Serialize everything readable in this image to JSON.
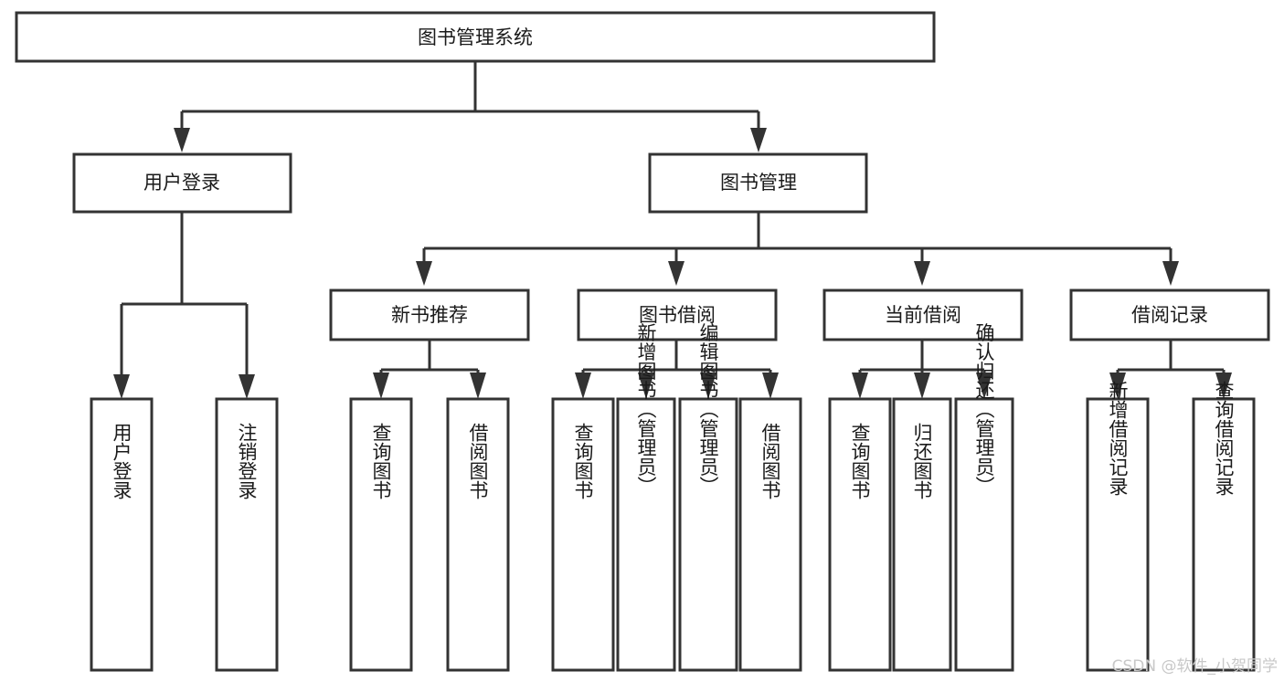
{
  "diagram": {
    "type": "tree",
    "title": "图书管理系统",
    "orientation": "top-down",
    "colors": {
      "background": "#ffffff",
      "box_fill": "#ffffff",
      "box_stroke": "#333333",
      "connector": "#333333",
      "text": "#1a1a1a",
      "watermark": "#c8c8c8"
    },
    "root": {
      "label": "图书管理系统"
    },
    "level2": [
      {
        "label": "用户登录"
      },
      {
        "label": "图书管理"
      }
    ],
    "level3": [
      {
        "label": "新书推荐"
      },
      {
        "label": "图书借阅"
      },
      {
        "label": "当前借阅"
      },
      {
        "label": "借阅记录"
      }
    ],
    "leaves": {
      "user_login": [
        {
          "label": "用户登录"
        },
        {
          "label": "注销登录"
        }
      ],
      "new_book_recommend": [
        {
          "label": "查询图书"
        },
        {
          "label": "借阅图书"
        }
      ],
      "book_borrow": [
        {
          "label": "查询图书"
        },
        {
          "label": "新增图书（管理员）"
        },
        {
          "label": "编辑图书（管理员）"
        },
        {
          "label": "借阅图书"
        }
      ],
      "current_borrow": [
        {
          "label": "查询图书"
        },
        {
          "label": "归还图书"
        },
        {
          "label": "确认归还（管理员）"
        }
      ],
      "borrow_record": [
        {
          "label": "新增借阅记录"
        },
        {
          "label": "查询借阅记录"
        }
      ]
    }
  },
  "watermark": {
    "text": "CSDN @软件_小贺同学"
  }
}
